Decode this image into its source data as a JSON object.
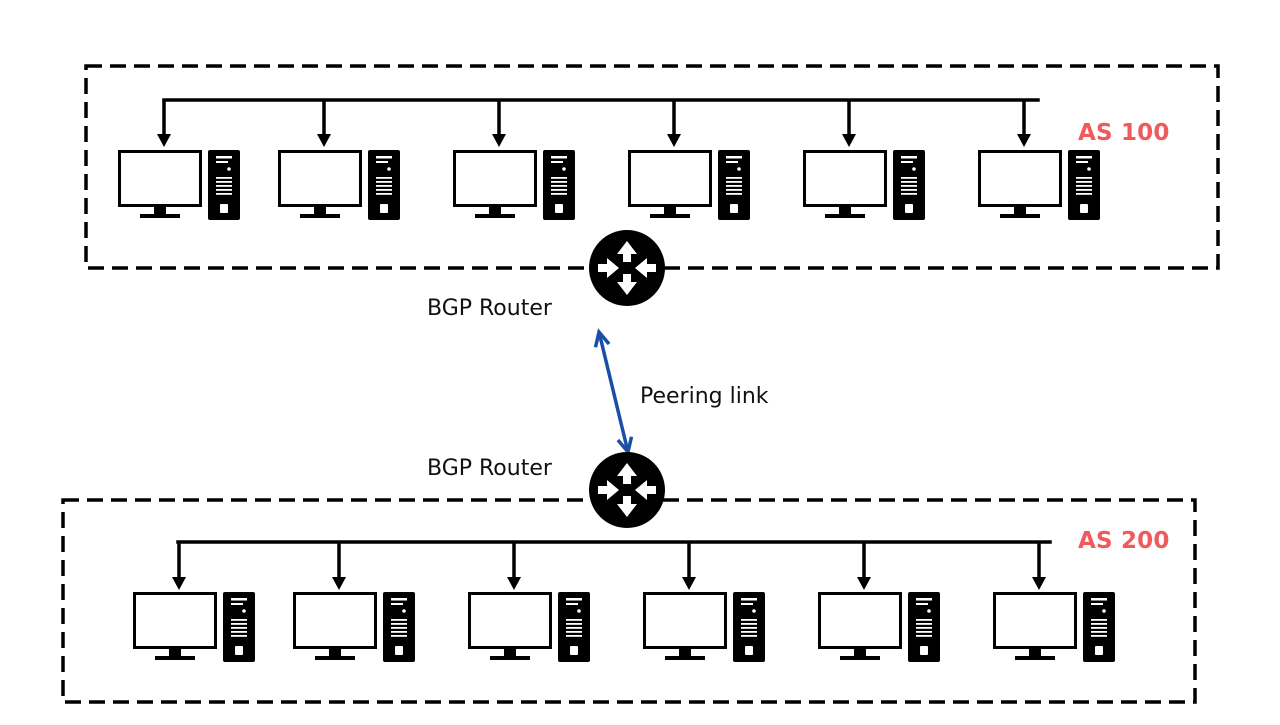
{
  "colors": {
    "as_label": "#f05a5a",
    "ink": "#000000",
    "peering_link": "#1a4fa8",
    "background": "#ffffff"
  },
  "as_groups": [
    {
      "label": "AS 100",
      "host_count": 6
    },
    {
      "label": "AS 200",
      "host_count": 6
    }
  ],
  "routers": [
    {
      "label": "BGP Router",
      "icon": "router-icon"
    },
    {
      "label": "BGP Router",
      "icon": "router-icon"
    }
  ],
  "peering": {
    "label": "Peering link"
  },
  "icons": {
    "host": "desktop-computer-icon",
    "router": "router-icon"
  }
}
